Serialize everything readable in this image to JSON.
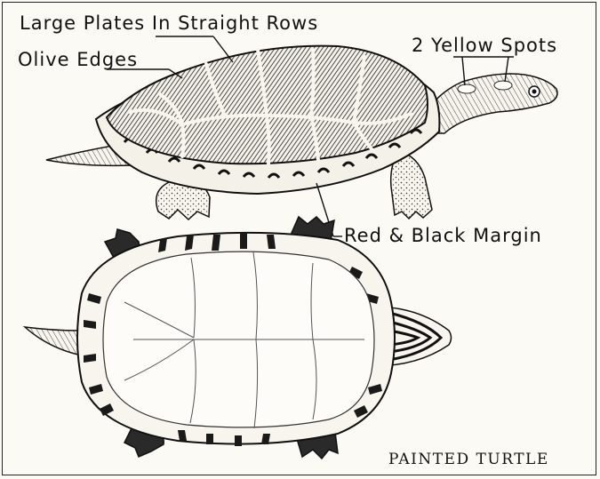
{
  "labels": {
    "plates": "Large Plates In Straight Rows",
    "edges": "Olive Edges",
    "spots": "2 Yellow Spots",
    "margin": "Red & Black Margin"
  },
  "caption": "PAINTED TURTLE"
}
